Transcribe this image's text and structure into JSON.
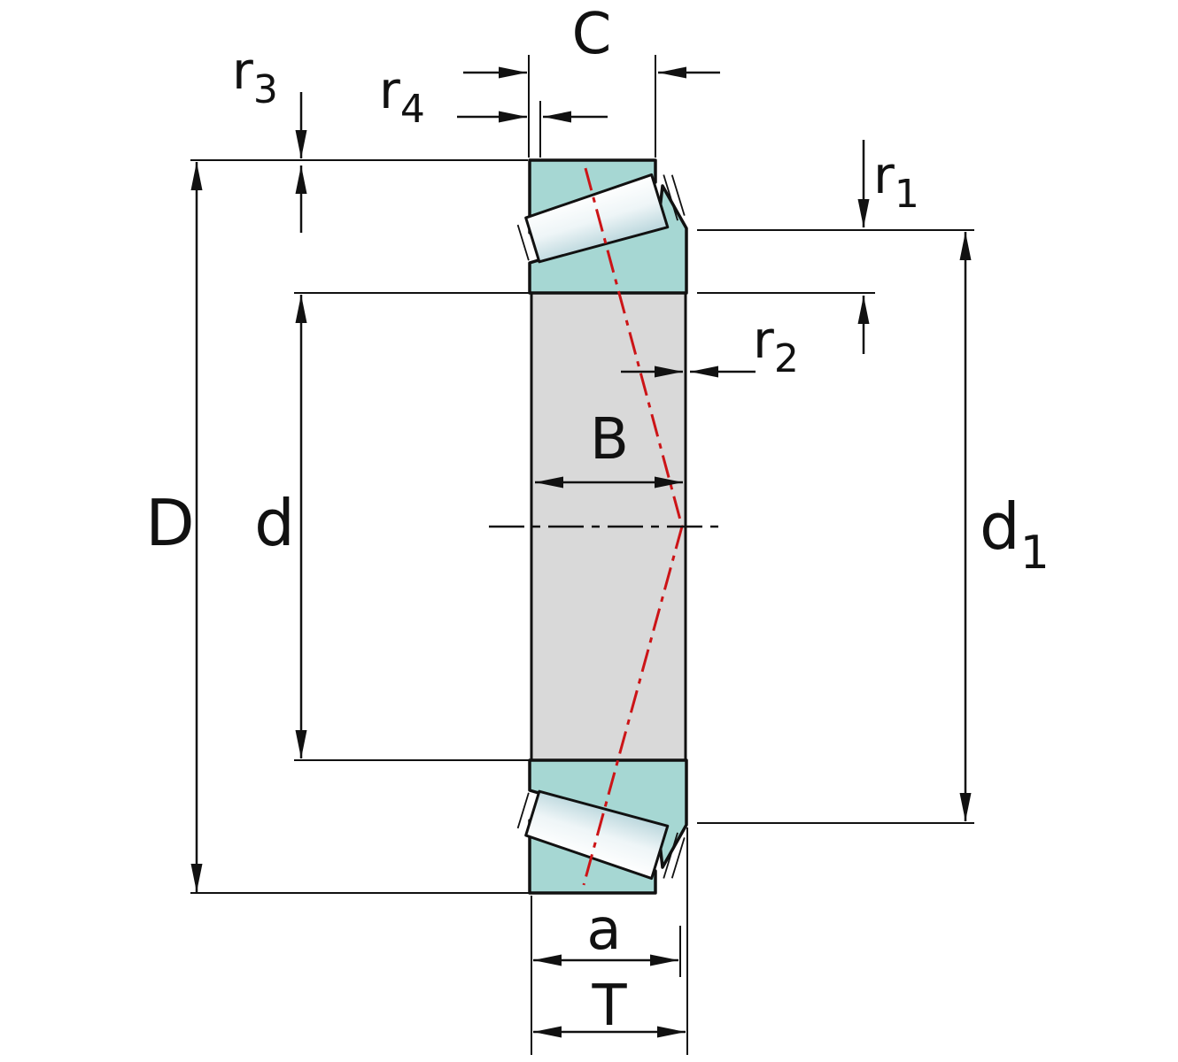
{
  "diagram": {
    "type": "tapered-roller-bearing-cross-section",
    "dimensions": {
      "D": {
        "base": "D"
      },
      "d": {
        "base": "d"
      },
      "d1": {
        "base": "d",
        "sub": "1"
      },
      "B": {
        "base": "B"
      },
      "C": {
        "base": "C"
      },
      "T": {
        "base": "T"
      },
      "a": {
        "base": "a"
      },
      "r1": {
        "base": "r",
        "sub": "1"
      },
      "r2": {
        "base": "r",
        "sub": "2"
      },
      "r3": {
        "base": "r",
        "sub": "3"
      },
      "r4": {
        "base": "r",
        "sub": "4"
      }
    },
    "colors": {
      "ring_fill": "#a6d7d3",
      "roller_light": "#ffffff",
      "roller_mid": "#eef5f7",
      "roller_dark": "#b9d6dc",
      "bore_fill": "#d9d9d9",
      "outline": "#111111",
      "pressure_line": "#cc1417"
    }
  }
}
